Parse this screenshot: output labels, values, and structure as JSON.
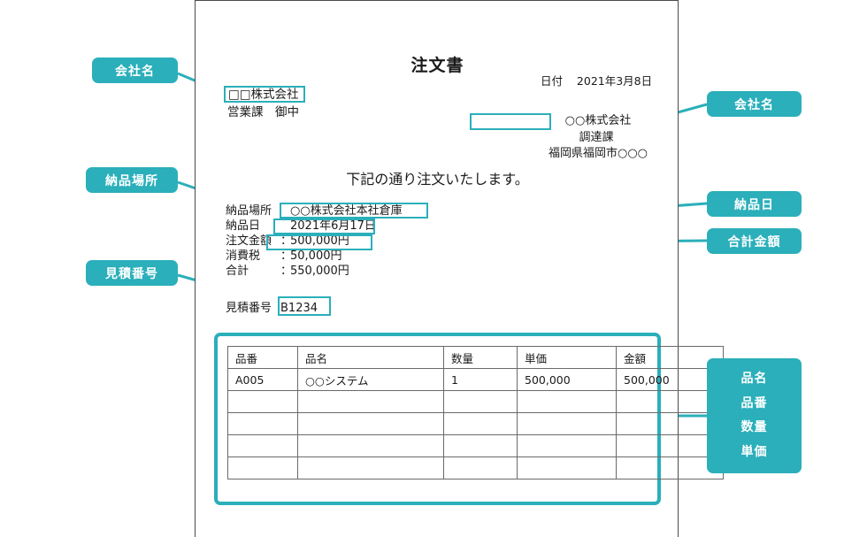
{
  "document": {
    "title": "注文書",
    "date_label": "日付",
    "date_value": "2021年3月8日",
    "recipient": {
      "company": "□□株式会社",
      "department": "営業課　御中"
    },
    "sender": {
      "company": "○○株式会社",
      "department": "調達課",
      "address": "福岡県福岡市○○○"
    },
    "lead_sentence": "下記の通り注文いたします。",
    "details": [
      {
        "key": "納品場所",
        "sep": "",
        "value": "○○株式会社本社倉庫"
      },
      {
        "key": "納品日",
        "sep": "",
        "value": "2021年6月17日"
      },
      {
        "key": "注文金額",
        "sep": "：",
        "value": "500,000円"
      },
      {
        "key": "消費税",
        "sep": "：",
        "value": "50,000円"
      },
      {
        "key": "合計",
        "sep": "：",
        "value": "550,000円"
      }
    ],
    "quote_number": {
      "label": "見積番号",
      "value": "B1234"
    },
    "table": {
      "headers": [
        "品番",
        "品名",
        "数量",
        "単価",
        "金額"
      ],
      "rows": [
        [
          "A005",
          "○○システム",
          "1",
          "500,000",
          "500,000"
        ],
        [
          "",
          "",
          "",
          "",
          ""
        ],
        [
          "",
          "",
          "",
          "",
          ""
        ],
        [
          "",
          "",
          "",
          "",
          ""
        ],
        [
          "",
          "",
          "",
          "",
          ""
        ]
      ]
    }
  },
  "annotations": {
    "accent_color": "#2BAFBA",
    "left": [
      {
        "label": "会社名"
      },
      {
        "label": "納品場所"
      },
      {
        "label": "見積番号"
      }
    ],
    "right": [
      {
        "label": "会社名"
      },
      {
        "label": "納品日"
      },
      {
        "label": "合計金額"
      }
    ],
    "table_callout": [
      "品名",
      "品番",
      "数量",
      "単価"
    ]
  }
}
